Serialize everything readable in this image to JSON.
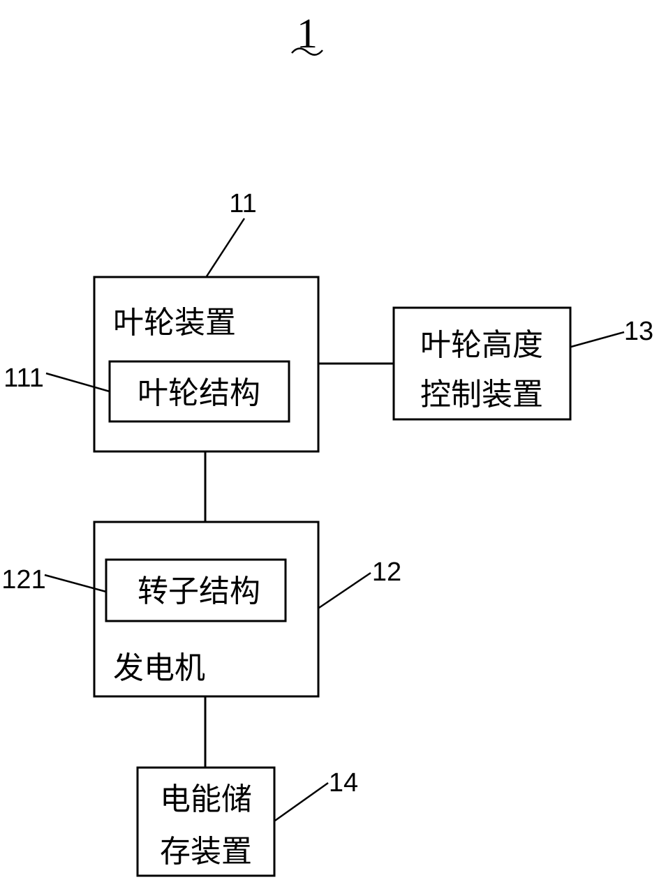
{
  "figure": {
    "number": "1"
  },
  "blocks": {
    "impeller_device": {
      "label": "叶轮装置",
      "ref": "11"
    },
    "impeller_structure": {
      "label": "叶轮结构",
      "ref": "111"
    },
    "height_control": {
      "label_line1": "叶轮高度",
      "label_line2": "控制装置",
      "ref": "13"
    },
    "generator": {
      "label": "发电机",
      "ref": "12"
    },
    "rotor_structure": {
      "label": "转子结构",
      "ref": "121"
    },
    "energy_storage": {
      "label_line1": "电能储",
      "label_line2": "存装置",
      "ref": "14"
    }
  }
}
